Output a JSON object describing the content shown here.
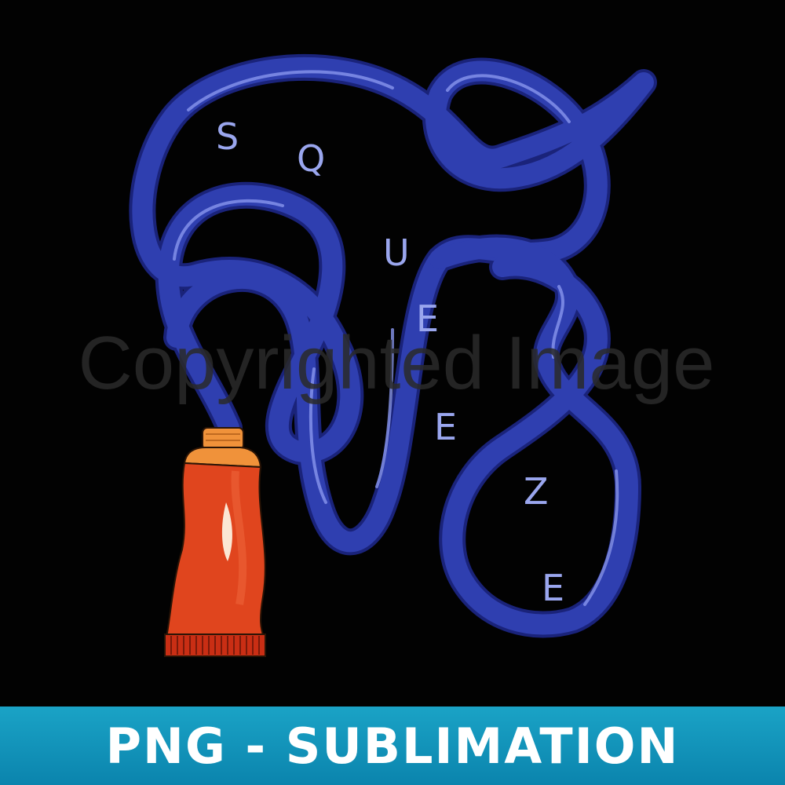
{
  "artwork": {
    "letters": [
      "S",
      "Q",
      "U",
      "E",
      "E",
      "Z",
      "E"
    ],
    "watermark": "Copyrighted Image",
    "colors": {
      "background": "#020202",
      "paste": "#2f3fb0",
      "paste_highlight": "#8896ee",
      "letter": "#9aa6ee",
      "tube_body": "#e0451e",
      "tube_cap": "#f0923a",
      "tube_crimp": "#c92e14"
    }
  },
  "banner": {
    "text": "PNG - SUBLIMATION",
    "color": "#0b84ad"
  }
}
